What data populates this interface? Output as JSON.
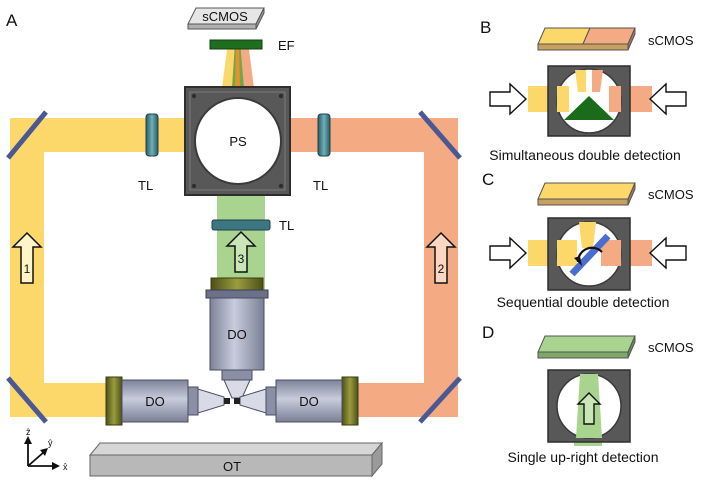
{
  "panels": {
    "a": "A",
    "b": "B",
    "c": "C",
    "d": "D"
  },
  "labels": {
    "camera_main": "sCMOS",
    "emission_filter": "EF",
    "prism": "PS",
    "tube_lens_left": "TL",
    "tube_lens_right": "TL",
    "tube_lens_bottom": "TL",
    "objective_vertical": "DO",
    "objective_left": "DO",
    "objective_right": "DO",
    "table": "OT",
    "camera_b": "sCMOS",
    "camera_c": "sCMOS",
    "camera_d": "sCMOS"
  },
  "path_numbers": {
    "left": "1",
    "right": "2",
    "up": "3"
  },
  "captions": {
    "b": "Simultaneous double detection",
    "c": "Sequential double detection",
    "d": "Single up-right detection"
  },
  "axes": {
    "z": "ẑ",
    "y": "ŷ",
    "x": "x̂"
  },
  "colors": {
    "yellow_beam": "#fcd76a",
    "salmon_beam": "#f4aa82",
    "green_beam": "#a9d48f",
    "prism_frame": "#585858",
    "objective_body": "#a8aec6",
    "objective_collar": "#6f7229",
    "filter_green": "#1f6d1f",
    "tube_lens": "#3c7680",
    "mirror": "#4a5894",
    "table": "#b8b8b8"
  }
}
